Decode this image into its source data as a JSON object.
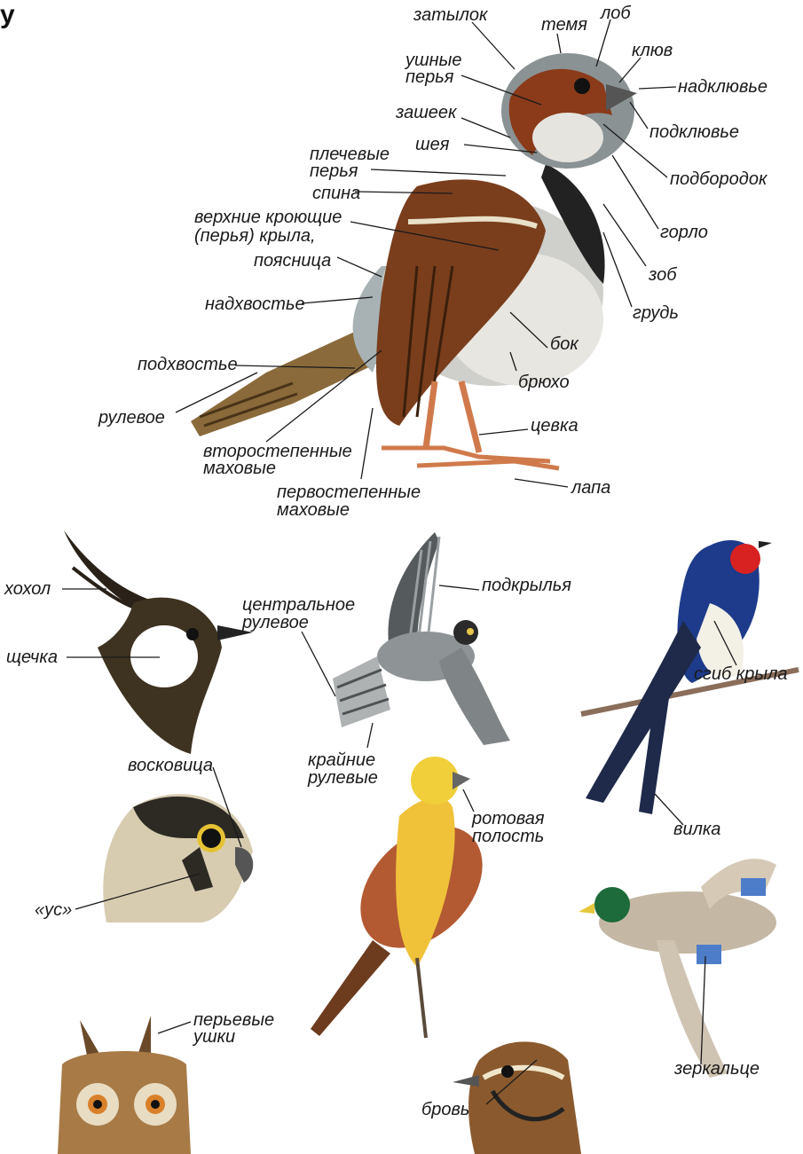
{
  "corner_glyph": "у",
  "sparrow": {
    "nape": "затылок",
    "crown": "темя",
    "forehead": "лоб",
    "beak": "клюв",
    "upper_mandible": "надклювье",
    "lower_mandible": "подклювье",
    "chin": "подбородок",
    "throat": "горло",
    "crop": "зоб",
    "breast": "грудь",
    "ear_coverts_1": "ушные",
    "ear_coverts_2": "перья",
    "hindneck": "зашеек",
    "neck": "шея",
    "scapulars_1": "плечевые",
    "scapulars_2": "перья",
    "back": "спина",
    "wing_coverts_1": "верхние кроющие",
    "wing_coverts_2": "(перья) крыла,",
    "rump": "поясница",
    "uppertail": "надхвостье",
    "undertail": "подхвостье",
    "rectrix": "рулевое",
    "secondaries_1": "второстепенные",
    "secondaries_2": "маховые",
    "primaries_1": "первостепенные",
    "primaries_2": "маховые",
    "flank": "бок",
    "belly": "брюхо",
    "tarsus": "цевка",
    "foot": "лапа"
  },
  "lapwing": {
    "crest": "хохол",
    "cheek": "щечка"
  },
  "falcon": {
    "underwing": "подкрылья",
    "central_1": "центральное",
    "central_2": "рулевое",
    "outer_1": "крайние",
    "outer_2": "рулевые"
  },
  "swallow": {
    "wing_bend": "сгиб крыла",
    "fork": "вилка"
  },
  "falcon_head": {
    "cere": "восковица",
    "moustache": "«ус»"
  },
  "bunting": {
    "mouth_1": "ротовая",
    "mouth_2": "полость"
  },
  "duck": {
    "speculum": "зеркальце"
  },
  "owl": {
    "ear_tufts_1": "перьевые",
    "ear_tufts_2": "ушки"
  },
  "quail": {
    "brow": "бровь"
  }
}
